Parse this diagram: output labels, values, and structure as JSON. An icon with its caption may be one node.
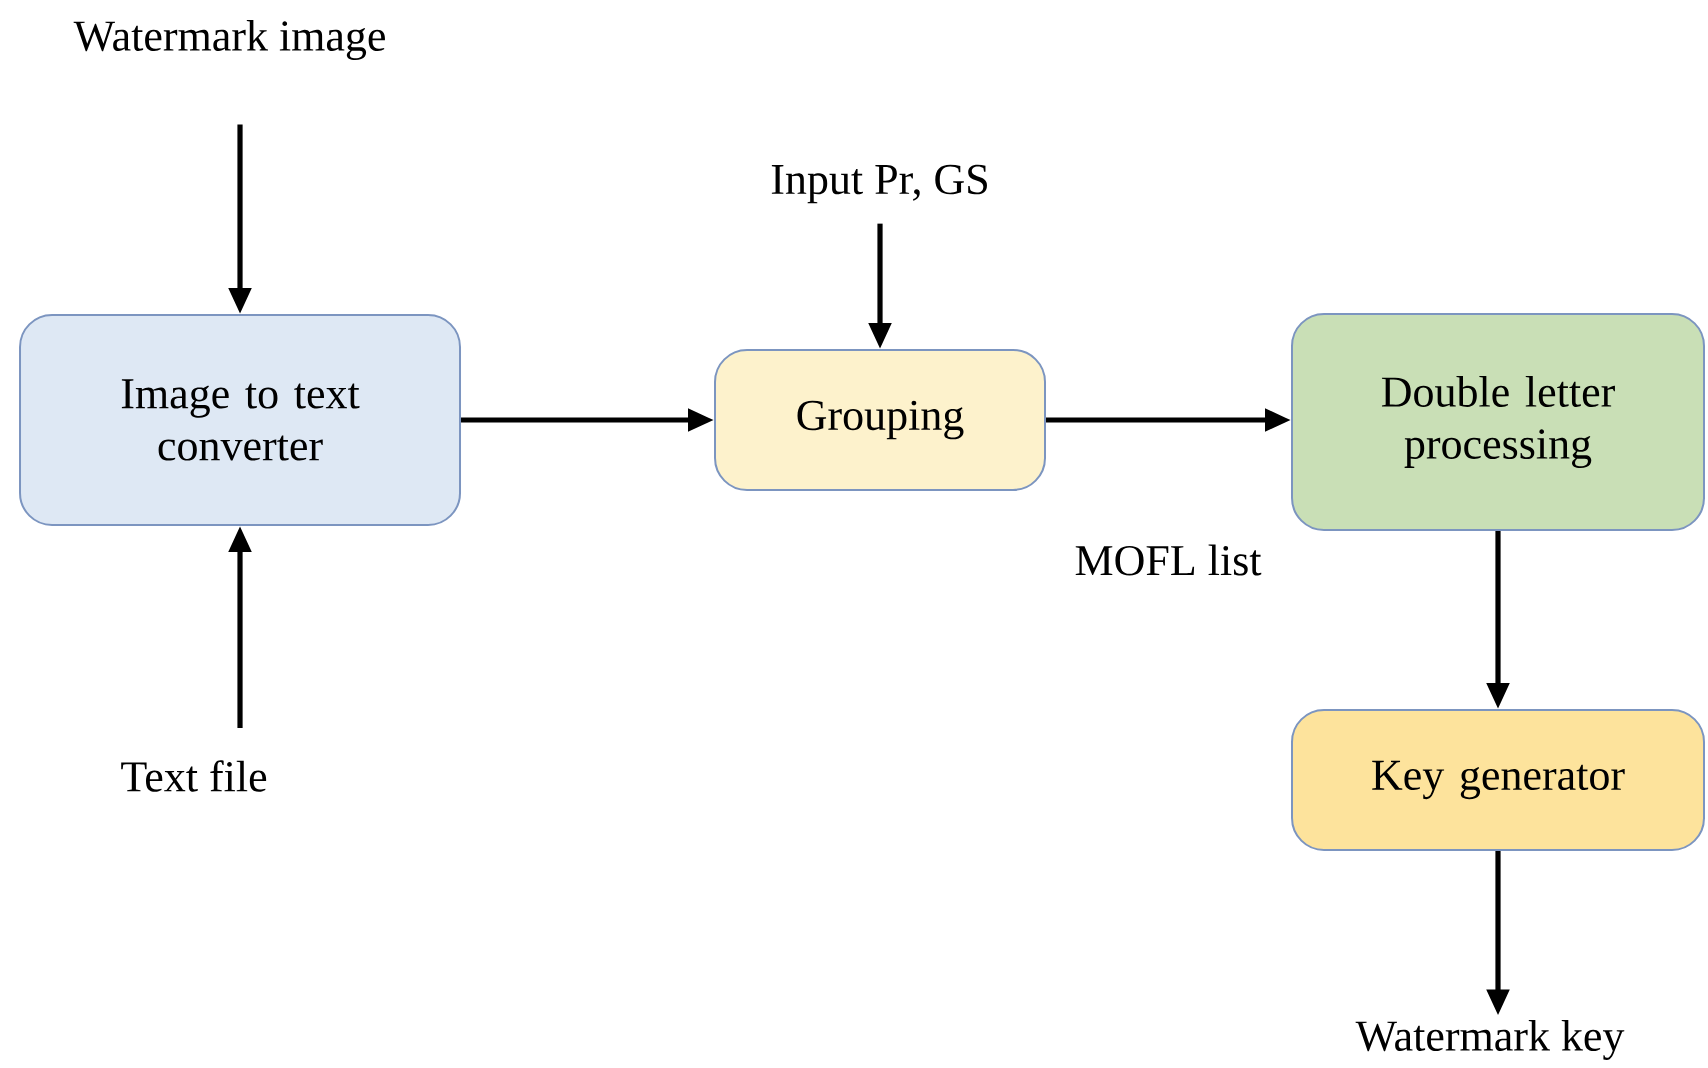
{
  "diagram": {
    "nodes": [
      {
        "text": [
          "Watermark image"
        ]
      },
      {
        "text": [
          "Image to text converter"
        ]
      },
      {
        "text": [
          "Text file"
        ]
      },
      {
        "text": [
          "Input Pr, GS"
        ]
      },
      {
        "text": [
          "Grouping"
        ]
      },
      {
        "text": [
          "Double letter processing"
        ]
      },
      {
        "text": [
          "Key generator"
        ]
      },
      {
        "text": [
          "Watermark key"
        ]
      }
    ],
    "edges": [
      {
        "from": 0,
        "to": 1,
        "arrow": "to"
      },
      {
        "from": 2,
        "to": 1,
        "arrow": "to"
      },
      {
        "from": 3,
        "to": 4,
        "arrow": "to"
      },
      {
        "from": 1,
        "to": 4,
        "arrow": "to"
      },
      {
        "from": 4,
        "to": 5,
        "arrow": "to",
        "label": "MOFL list"
      },
      {
        "from": 5,
        "to": 6,
        "arrow": "to"
      },
      {
        "from": 6,
        "to": 7,
        "arrow": "to"
      }
    ]
  }
}
